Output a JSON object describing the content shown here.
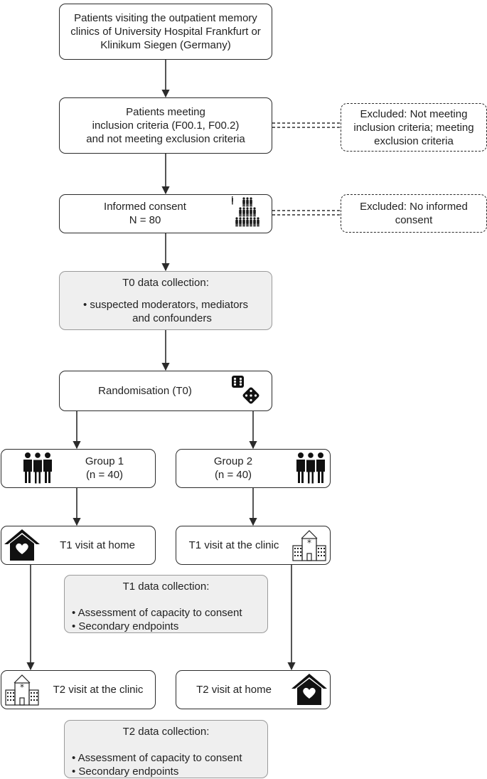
{
  "boxes": {
    "patients_visiting": [
      "Patients visiting the outpatient memory",
      "clinics of University Hospital Frankfurt or",
      "Klinikum Siegen (Germany)"
    ],
    "inclusion": [
      "Patients meeting",
      "inclusion criteria (F00.1, F00.2)",
      "and not meeting exclusion criteria"
    ],
    "excluded_criteria": [
      "Excluded: Not meeting",
      "inclusion criteria; meeting",
      "exclusion criteria"
    ],
    "informed_consent": [
      "Informed consent",
      "N = 80"
    ],
    "excluded_consent": [
      "Excluded: No informed",
      "consent"
    ],
    "t0_collection": {
      "title": "T0 data collection:",
      "bullet_line1": "• suspected moderators, mediators",
      "bullet_line2": "and confounders"
    },
    "randomisation": "Randomisation (T0)",
    "group1": [
      "Group 1",
      "(n = 40)"
    ],
    "group2": [
      "Group 2",
      "(n = 40)"
    ],
    "t1_home": "T1 visit at home",
    "t1_clinic": "T1 visit at the clinic",
    "t1_collection": {
      "title": "T1 data collection:",
      "bullets": [
        "• Assessment of capacity to consent",
        "• Secondary endpoints"
      ]
    },
    "t2_clinic": "T2 visit at the clinic",
    "t2_home": "T2 visit at home",
    "t2_collection": {
      "title": "T2 data collection:",
      "bullets": [
        "• Assessment of capacity to consent",
        "• Secondary endpoints"
      ]
    }
  },
  "icons": {
    "crowd": "people-crowd-icon",
    "dice": "dice-icon",
    "group": "group-of-three-people-icon",
    "home": "house-with-heart-icon",
    "clinic": "hospital-building-icon"
  },
  "colors": {
    "line": "#2b2b2b",
    "grey_box_fill": "#efefef",
    "grey_box_border": "#9a9a9a"
  }
}
